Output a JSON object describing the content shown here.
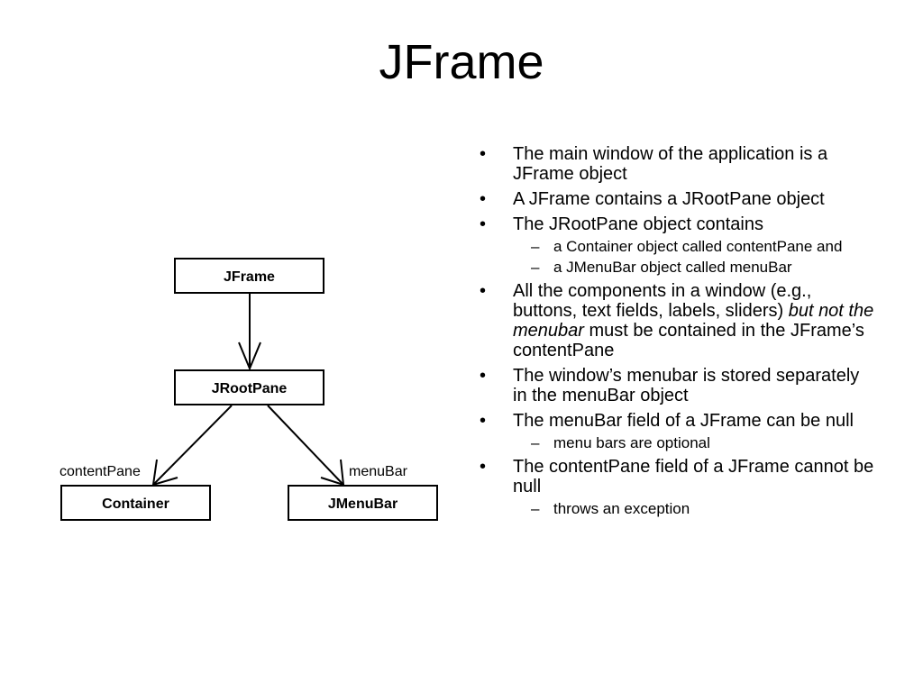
{
  "slide": {
    "title": "JFrame"
  },
  "diagram": {
    "nodes": {
      "jframe": "JFrame",
      "jrootpane": "JRootPane",
      "container": "Container",
      "jmenubar": "JMenuBar"
    },
    "edges": {
      "content_pane": "contentPane",
      "menu_bar": "menuBar"
    }
  },
  "bullets": [
    {
      "text": "The main window of the application is a JFrame object"
    },
    {
      "text": "A JFrame contains a JRootPane object"
    },
    {
      "text": "The JRootPane object contains"
    },
    {
      "text": "a Container object called contentPane and"
    },
    {
      "text": "a JMenuBar object called menuBar"
    },
    {
      "text_before": "All the components in a window (e.g., buttons, text fields, labels, sliders) ",
      "text_italic": "but not the menubar",
      "text_after": " must be contained in the JFrame’s contentPane"
    },
    {
      "text": "The window’s menubar is stored separately in the menuBar object"
    },
    {
      "text": "The menuBar field of a JFrame can be null"
    },
    {
      "text": "menu bars are optional"
    },
    {
      "text": "The contentPane field of a JFrame cannot be null"
    },
    {
      "text": "throws an exception"
    }
  ]
}
